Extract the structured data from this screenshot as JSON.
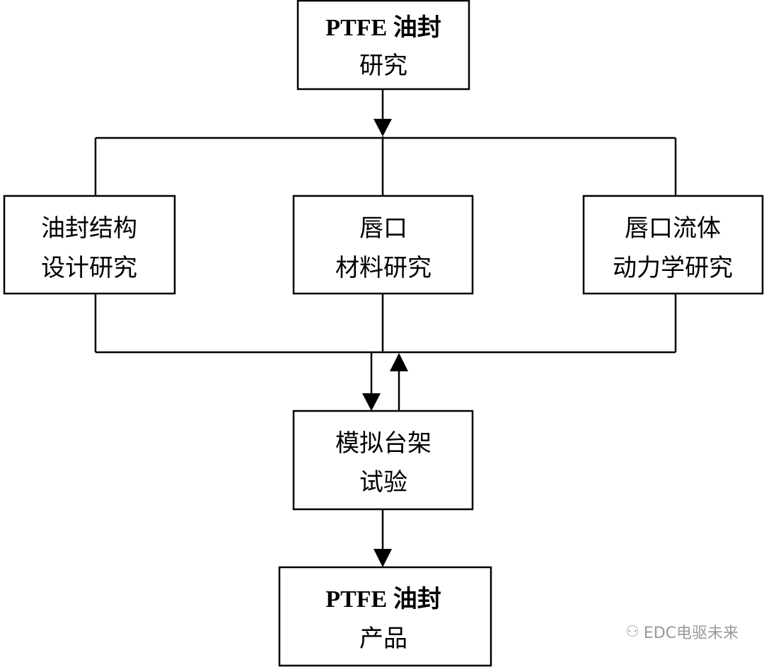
{
  "nodes": {
    "ptfe_research": {
      "lines": [
        "PTFE 油封",
        "研究"
      ]
    },
    "structure_design": {
      "lines": [
        "油封结构",
        "设计研究"
      ]
    },
    "lip_material": {
      "lines": [
        "唇口",
        "材料研究"
      ]
    },
    "lip_fluid_dynamics": {
      "lines": [
        "唇口流体",
        "动力学研究"
      ]
    },
    "bench_test": {
      "lines": [
        "模拟台架",
        "试验"
      ]
    },
    "ptfe_product": {
      "lines": [
        "PTFE 油封",
        "产品"
      ]
    }
  },
  "watermark": {
    "icon": "wechat-icon",
    "text": "EDC电驱未来"
  }
}
